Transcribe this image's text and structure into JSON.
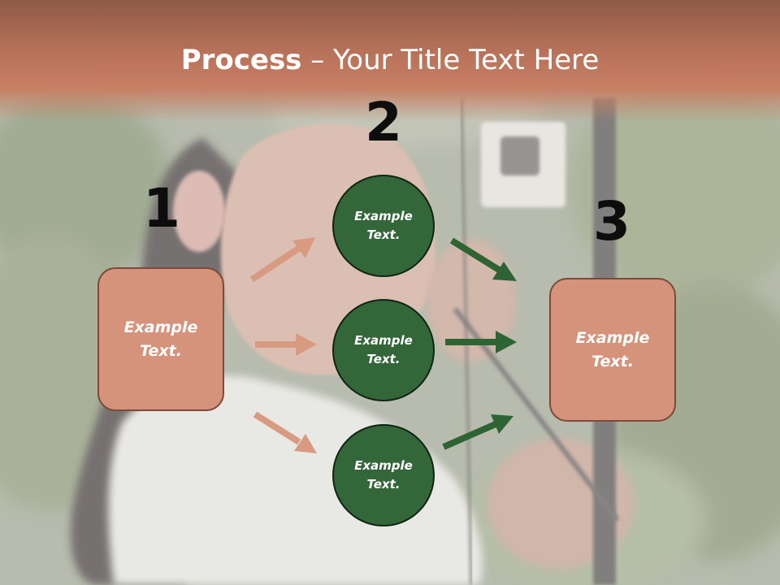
{
  "slide": {
    "title_bold": "Process",
    "title_rest": " – Your Title Text Here",
    "steps": {
      "one": "1",
      "two": "2",
      "three": "3"
    },
    "left_box": "Example\nText.",
    "right_box": "Example\nText.",
    "circles": {
      "top": "Example\nText.",
      "middle": "Example\nText.",
      "bottom": "Example\nText."
    },
    "background_image": "archer-woman-aiming-bow-photo",
    "colors": {
      "title_band": "#b9735a",
      "box_fill": "#d4937a",
      "box_border": "#7b4a3a",
      "circle_fill": "#33673a",
      "circle_border": "#0f2412",
      "arrow_salmon": "#d4937a",
      "arrow_green": "#2e6334",
      "number_text": "#0d0d0d"
    }
  }
}
